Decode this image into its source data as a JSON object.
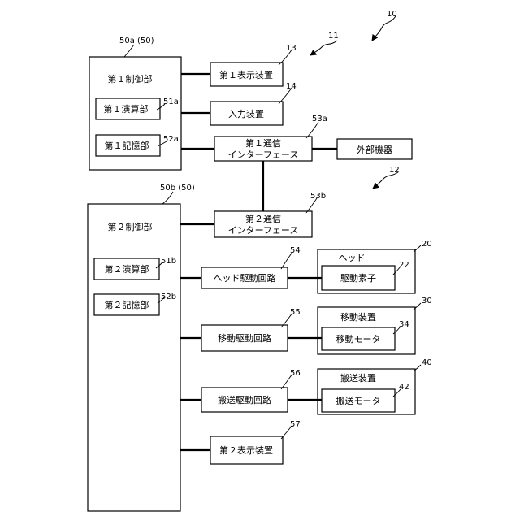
{
  "labels": {
    "first_control": "第１制御部",
    "first_calc": "第１演算部",
    "first_memory": "第１記憶部",
    "first_display": "第１表示装置",
    "input_device": "入力装置",
    "first_comm_l1": "第１通信",
    "first_comm_l2": "インターフェース",
    "external": "外部機器",
    "second_control": "第２制御部",
    "second_calc": "第２演算部",
    "second_memory": "第２記憶部",
    "second_comm_l1": "第２通信",
    "second_comm_l2": "インターフェース",
    "head_drive": "ヘッド駆動回路",
    "move_drive": "移動駆動回路",
    "convey_drive": "搬送駆動回路",
    "second_display": "第２表示装置",
    "head": "ヘッド",
    "drive_element": "駆動素子",
    "move_device": "移動装置",
    "move_motor": "移動モータ",
    "convey_device": "搬送装置",
    "convey_motor": "搬送モータ"
  },
  "refs": {
    "r10": "10",
    "r11": "11",
    "r12": "12",
    "r13": "13",
    "r14": "14",
    "r50a": "50a (50)",
    "r51a": "51a",
    "r52a": "52a",
    "r53a": "53a",
    "r50b": "50b (50)",
    "r51b": "51b",
    "r52b": "52b",
    "r53b": "53b",
    "r54": "54",
    "r55": "55",
    "r56": "56",
    "r57": "57",
    "r20": "20",
    "r22": "22",
    "r30": "30",
    "r34": "34",
    "r40": "40",
    "r42": "42"
  }
}
